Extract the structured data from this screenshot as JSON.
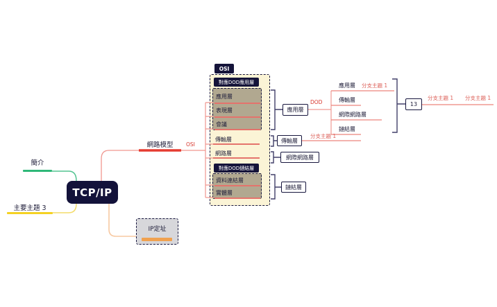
{
  "left": {
    "intro": {
      "label": "簡介"
    },
    "topic3": {
      "label": "主要主題 3"
    }
  },
  "root": {
    "label": "TCP/IP"
  },
  "model": {
    "label": "網路模型",
    "osi_tag": "OSI"
  },
  "osi_box": {
    "tab": "OSI",
    "app_group": {
      "header": "對應DOD應用層",
      "items": [
        "應用層",
        "表現層",
        "會議"
      ]
    },
    "transport": "傳輸層",
    "network": "網路層",
    "link_group": {
      "header": "對應DOD鏈結層",
      "items": [
        "資料連結層",
        "實體層"
      ]
    }
  },
  "float_topics": {
    "application": "應用層",
    "transport": "傳輸層",
    "internet": "網際網路層",
    "link": "鏈結層",
    "summary": "13"
  },
  "dod_branch": {
    "label": "DOD",
    "children": [
      "應用層",
      "傳輸層",
      "網際網路層",
      "鏈結層"
    ],
    "branch1": "分支主題 1"
  },
  "transport_branch": {
    "branch1": "分支主題 1"
  },
  "summary_branch": {
    "child": "分支主題 1",
    "grandchild": "分支主題 1"
  },
  "ip_topic": {
    "label": "IP定址"
  },
  "colors": {
    "navy": "#16153d",
    "cream": "#fbf4d6",
    "khaki": "#b1a890",
    "green": "#2fb878",
    "yellow": "#f4d122",
    "red": "#e53c31",
    "pink_line": "#f09a93",
    "orange": "#f0a150",
    "gray_box": "#d7d7db"
  }
}
